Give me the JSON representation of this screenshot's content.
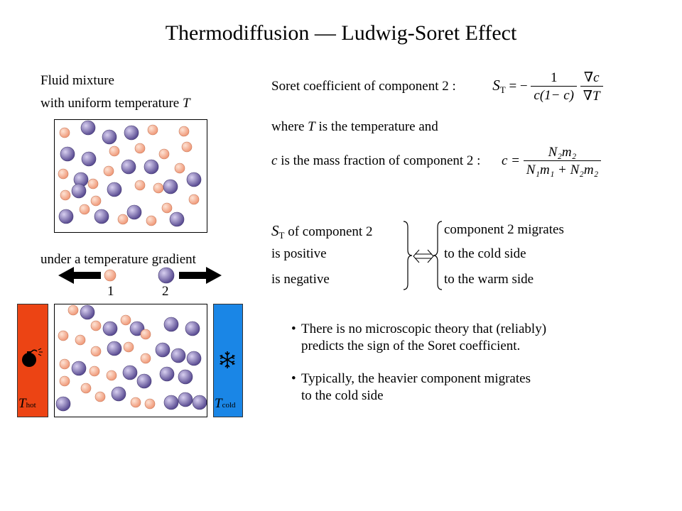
{
  "title": "Thermodiffusion  — Ludwig-Soret Effect",
  "left": {
    "top_label_1": "Fluid mixture",
    "top_label_2": "with uniform temperature ",
    "top_label_T": "T",
    "gradient_label": "under a temperature gradient",
    "comp1": "1",
    "comp2": "2",
    "t_hot_T": "T",
    "t_hot_sub": "hot",
    "t_cold_T": "T",
    "t_cold_sub": "cold",
    "hot_icon": "bomb-icon",
    "cold_icon": "snowflake-icon"
  },
  "right": {
    "soret_prefix": "Soret coefficient of component 2 :",
    "st_S": "S",
    "st_T": "T",
    "eq_minus": "= −",
    "frac1_num": "1",
    "frac1_den": "c(1− c)",
    "frac2_num": "∇c",
    "frac2_den": "∇T",
    "where_prefix": "where ",
    "where_T": "T",
    "where_suffix": " is the temperature and",
    "c_var": "c",
    "c_text": " is the mass fraction of component 2 :",
    "c_eq_lhs": "c =",
    "c_num": "N₂m₂",
    "c_den": "N₁m₁ + N₂m₂",
    "table_st_S": "S",
    "table_st_T": "T",
    "table_row0_left": " of component 2",
    "table_row1_left": "is positive",
    "table_row2_left": "is negative",
    "table_row0_right": "component 2 migrates",
    "table_row1_right": "to the cold side",
    "table_row2_right": "to the warm side"
  },
  "bullets": [
    {
      "line1": "There is no microscopic theory that (reliably)",
      "line2": "predicts the sign of the Soret coefficient."
    },
    {
      "line1": "Typically, the heavier component migrates",
      "line2": "to the cold side"
    }
  ],
  "colors": {
    "small_particle": "#f4a98a",
    "large_particle": "#8a7ab8",
    "hot_bar": "#ec4414",
    "cold_bar": "#1a86e6"
  }
}
